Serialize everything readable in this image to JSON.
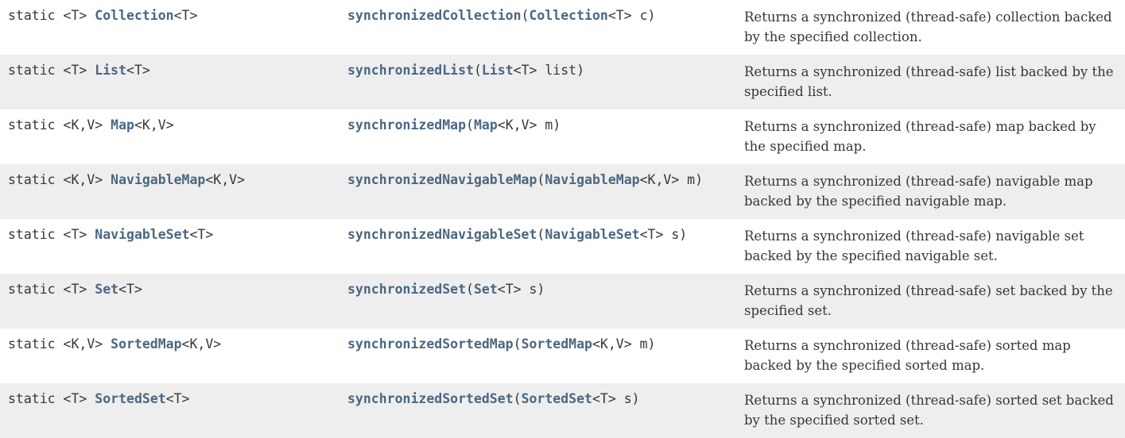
{
  "rows": [
    {
      "modifier": "static <T> ",
      "type_link": "Collection",
      "type_suffix": "<T>",
      "method_name": "synchronizedCollection",
      "param_open": "(",
      "param_link": "Collection",
      "param_rest": "<T> c)",
      "description": "Returns a synchronized (thread-safe) collection backed by the specified collection."
    },
    {
      "modifier": "static <T> ",
      "type_link": "List",
      "type_suffix": "<T>",
      "method_name": "synchronizedList",
      "param_open": "(",
      "param_link": "List",
      "param_rest": "<T> list)",
      "description": "Returns a synchronized (thread-safe) list backed by the specified list."
    },
    {
      "modifier": "static <K,V> ",
      "type_link": "Map",
      "type_suffix": "<K,V>",
      "method_name": "synchronizedMap",
      "param_open": "(",
      "param_link": "Map",
      "param_rest": "<K,V> m)",
      "description": "Returns a synchronized (thread-safe) map backed by the specified map."
    },
    {
      "modifier": "static <K,V> ",
      "type_link": "NavigableMap",
      "type_suffix": "<K,V>",
      "method_name": "synchronizedNavigableMap",
      "param_open": "(",
      "param_link": "NavigableMap",
      "param_rest": "<K,V> m)",
      "description": "Returns a synchronized (thread-safe) navigable map backed by the specified navigable map."
    },
    {
      "modifier": "static <T> ",
      "type_link": "NavigableSet",
      "type_suffix": "<T>",
      "method_name": "synchronizedNavigableSet",
      "param_open": "(",
      "param_link": "NavigableSet",
      "param_rest": "<T> s)",
      "description": "Returns a synchronized (thread-safe) navigable set backed by the specified navigable set."
    },
    {
      "modifier": "static <T> ",
      "type_link": "Set",
      "type_suffix": "<T>",
      "method_name": "synchronizedSet",
      "param_open": "(",
      "param_link": "Set",
      "param_rest": "<T> s)",
      "description": "Returns a synchronized (thread-safe) set backed by the specified set."
    },
    {
      "modifier": "static <K,V> ",
      "type_link": "SortedMap",
      "type_suffix": "<K,V>",
      "method_name": "synchronizedSortedMap",
      "param_open": "(",
      "param_link": "SortedMap",
      "param_rest": "<K,V> m)",
      "description": "Returns a synchronized (thread-safe) sorted map backed by the specified sorted map."
    },
    {
      "modifier": "static <T> ",
      "type_link": "SortedSet",
      "type_suffix": "<T>",
      "method_name": "synchronizedSortedSet",
      "param_open": "(",
      "param_link": "SortedSet",
      "param_rest": "<T> s)",
      "description": "Returns a synchronized (thread-safe) sorted set backed by the specified sorted set."
    }
  ]
}
